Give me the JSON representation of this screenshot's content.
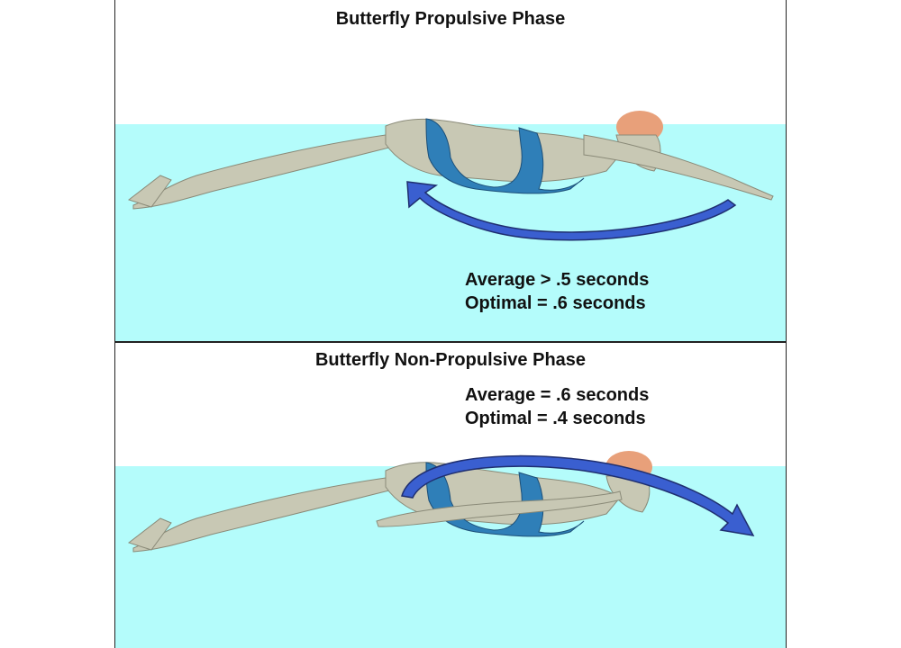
{
  "panels": [
    {
      "title": "Butterfly Propulsive Phase",
      "timing": [
        "Average > .5 seconds",
        "Optimal = .6 seconds"
      ]
    },
    {
      "title": "Butterfly Non-Propulsive Phase",
      "timing": [
        "Average = .6 seconds",
        "Optimal = .4 seconds"
      ]
    }
  ],
  "colors": {
    "water": "#b4fcfb",
    "skin": "#c8c8b4",
    "swimsuit": "#2f7fb8",
    "cap": "#e8a07a",
    "arrow": "#3a5fd0"
  }
}
